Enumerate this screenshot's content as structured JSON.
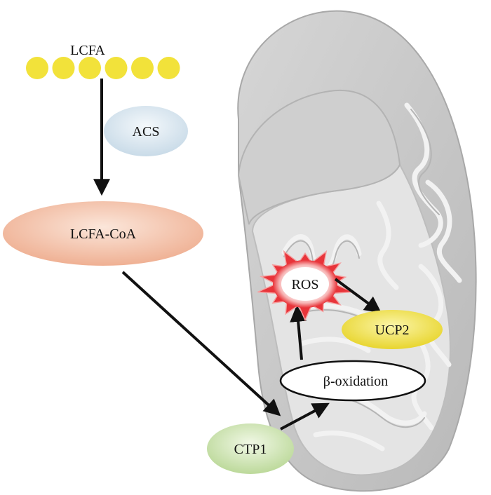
{
  "nodes": {
    "lcfa": "LCFA",
    "acs": "ACS",
    "lcfa_coa": "LCFA-CoA",
    "ctp1": "CTP1",
    "beta_oxidation": "β-oxidation",
    "ros": "ROS",
    "ucp2": "UCP2"
  },
  "colors": {
    "lcfa_beads": "#f2e23a",
    "acs": "#dde9f2",
    "lcfa_coa": "#f6cdb7",
    "ctp1": "#dcebc0",
    "ucp2": "#f0e04a",
    "ros_burst": "#e8343a",
    "mitochondrion": "#c9c9c9",
    "arrow": "#111111"
  }
}
